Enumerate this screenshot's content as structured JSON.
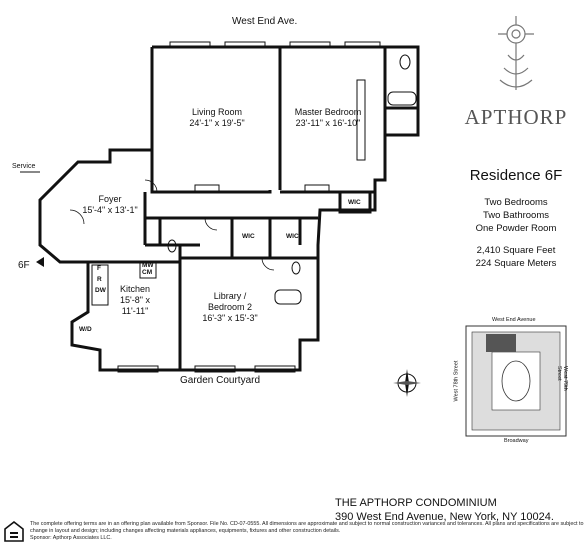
{
  "streets": {
    "top": "West End Ave.",
    "bottom": "Garden Courtyard",
    "service": "Service",
    "unit_marker": "6F"
  },
  "rooms": [
    {
      "name": "Living Room",
      "dims": "24'-1\" x 19'-5\""
    },
    {
      "name": "Master Bedroom",
      "dims": "23'-11\" x 16'-10\""
    },
    {
      "name": "Foyer",
      "dims": "15'-4\" x 13'-1\""
    },
    {
      "name": "Kitchen",
      "dims": "15'-8\" x",
      "dims2": "11'-11\""
    },
    {
      "name": "Library /",
      "name2": "Bedroom 2",
      "dims": "16'-3\" x 15'-3\""
    }
  ],
  "fixtures": {
    "wic": "WIC",
    "wd": "W/D",
    "mw": "MW",
    "cm": "CM",
    "f": "F",
    "r": "R",
    "dw": "DW"
  },
  "brand": {
    "name": "APTHORP"
  },
  "residence": {
    "title": "Residence 6F",
    "bedrooms": "Two Bedrooms",
    "bathrooms": "Two Bathrooms",
    "powder": "One Powder Room",
    "sqft": "2,410 Square Feet",
    "sqm": "224 Square Meters"
  },
  "keyplan": {
    "top": "West End Avenue",
    "bottom": "Broadway",
    "left": "West 78th Street",
    "right": "West 79th Street"
  },
  "condo": {
    "name": "THE APTHORP CONDOMINIUM",
    "address": "390 West End Avenue, New York, NY 10024."
  },
  "footer": {
    "text": "The complete offering terms are in an offering plan available from Sponsor. File No. CD-07-0555. All dimensions are approximate and subject to normal construction variances and tolerances. All plans and specifications are subject to change in layout and design; including changes affecting materials appliances, equipments, fixtures and other construction details.",
    "sponsor": "Sponsor: Apthorp Associates LLC."
  }
}
